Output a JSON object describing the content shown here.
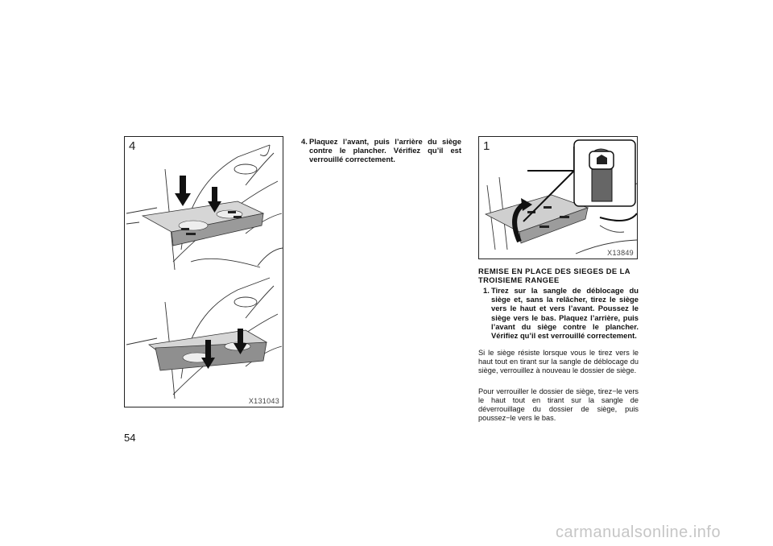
{
  "figures": {
    "left": {
      "number": "4",
      "code": "X131043"
    },
    "right": {
      "number": "1",
      "code": "X13849"
    }
  },
  "step4": {
    "num": "4.",
    "text": "Plaquez l’avant, puis l’arrière du siège contre le plancher. Vérifiez qu’il est verrouillé correctement."
  },
  "section": {
    "heading": "REMISE EN PLACE DES SIEGES DE LA TROISIEME RANGEE",
    "step1": {
      "num": "1.",
      "text": "Tirez sur la sangle de déblocage du siège et, sans la relâcher, tirez le siège vers le haut et vers l’avant. Poussez le siège vers le bas. Plaquez l’arrière, puis l’avant du siège contre le plancher. Vérifiez qu’il est verrouillé correctement."
    },
    "para1": "Si le siège résiste lorsque vous le tirez vers le haut tout en tirant sur la sangle de déblocage du siège, verrouillez à nouveau le dossier de siège.",
    "para2": "Pour verrouiller le dossier de siège, tirez−le vers le haut tout en tirant sur la sangle de déverrouillage du dossier de siège, puis poussez−le vers le bas."
  },
  "page_number": "54",
  "watermark": "carmanualsonline.info"
}
